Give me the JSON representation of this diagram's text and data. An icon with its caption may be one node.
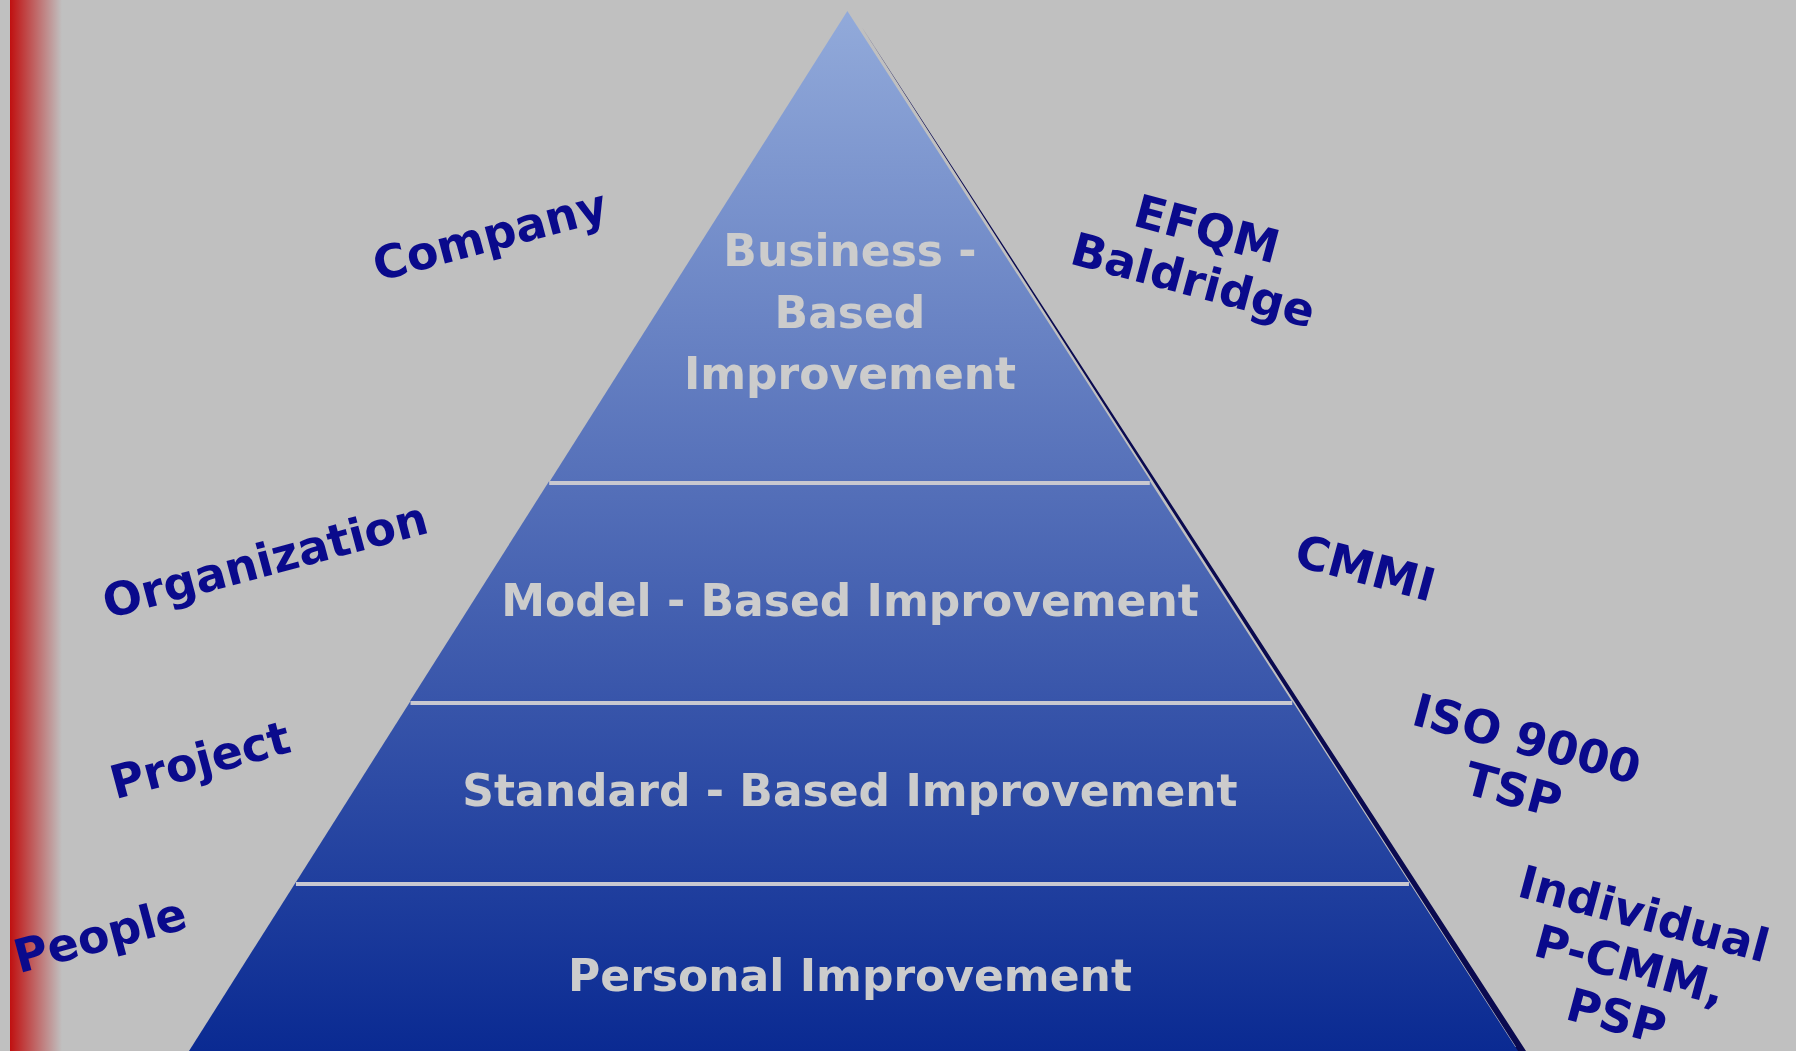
{
  "diagram": {
    "nodes": [
      {
        "text": [
          "Business - Based Improvement"
        ]
      },
      {
        "text": [
          "Model - Based Improvement"
        ]
      },
      {
        "text": [
          "Standard - Based Improvement"
        ]
      },
      {
        "text": [
          "Personal Improvement"
        ]
      }
    ],
    "labels": [
      "Company",
      "EFQM Baldridge",
      "Organization",
      "CMMI",
      "Project",
      "ISO 9000 TSP",
      "People",
      "Individual P-CMM, PSP"
    ]
  }
}
